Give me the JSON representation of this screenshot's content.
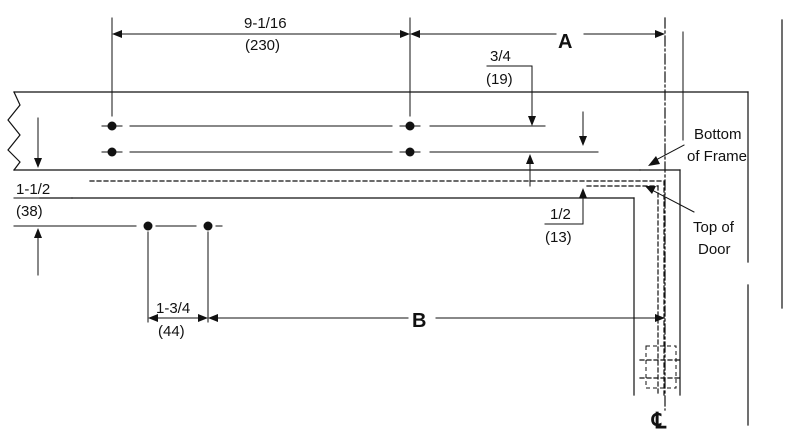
{
  "diagram": {
    "dim_top_frac": "9-1/16",
    "dim_top_mm": "(230)",
    "dim_a_label": "A",
    "dim_34_frac": "3/4",
    "dim_34_mm": "(19)",
    "dim_112_frac": "1-1/2",
    "dim_112_mm": "(38)",
    "dim_12_frac": "1/2",
    "dim_12_mm": "(13)",
    "dim_134_frac": "1-3/4",
    "dim_134_mm": "(44)",
    "dim_b_label": "B",
    "bottom_frame_line1": "Bottom",
    "bottom_frame_line2": "of Frame",
    "top_door_line1": "Top of",
    "top_door_line2": "Door",
    "centerline_symbol": "℄"
  }
}
